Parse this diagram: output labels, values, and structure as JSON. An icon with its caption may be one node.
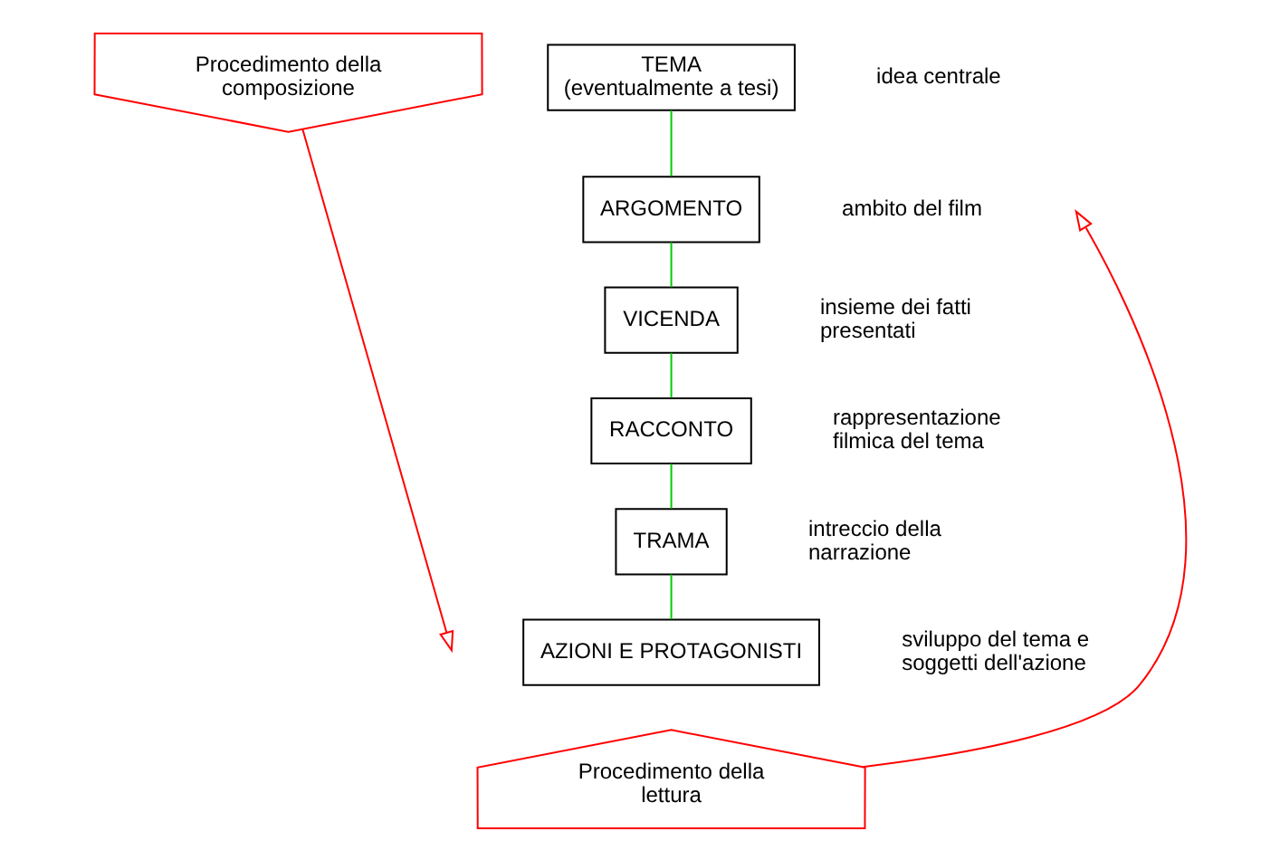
{
  "diagram": {
    "nodes": [
      {
        "text": [
          "Procedimento della composizione"
        ]
      },
      {
        "text": [
          "TEMA",
          "(eventualmente a tesi)"
        ],
        "beside": [
          "idea centrale"
        ]
      },
      {
        "text": [
          "ARGOMENTO"
        ],
        "beside": [
          "ambito del film"
        ]
      },
      {
        "text": [
          "VICENDA"
        ],
        "beside": [
          "insieme dei fatti presentati"
        ]
      },
      {
        "text": [
          "RACCONTO"
        ],
        "beside": [
          "rappresentazione filmica del tema"
        ]
      },
      {
        "text": [
          "TRAMA"
        ],
        "beside": [
          "intreccio della narrazione"
        ]
      },
      {
        "text": [
          "AZIONI E PROTAGONISTI"
        ],
        "beside": [
          "sviluppo del tema e soggetti dell'azione"
        ]
      },
      {
        "text": [
          "Procedimento della lettura"
        ]
      }
    ],
    "edges": [
      {
        "from": 0,
        "to": null,
        "arrow": "to",
        "color": "#ff0000"
      },
      {
        "from": 1,
        "to": 2,
        "arrow": "none"
      },
      {
        "from": 2,
        "to": 3,
        "arrow": "none"
      },
      {
        "from": 3,
        "to": 4,
        "arrow": "none"
      },
      {
        "from": 4,
        "to": 5,
        "arrow": "none"
      },
      {
        "from": 5,
        "to": 6,
        "arrow": "none"
      },
      {
        "from": 7,
        "to": null,
        "arrow": "to",
        "color": "#ff0000"
      }
    ]
  }
}
